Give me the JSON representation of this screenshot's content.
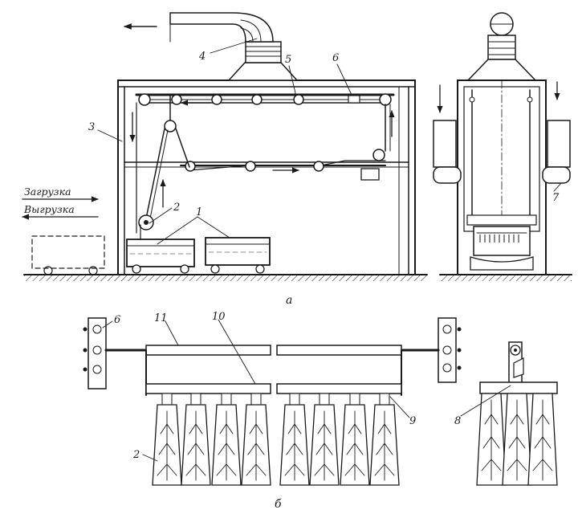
{
  "view_a": {
    "caption": "а",
    "callouts": {
      "n1": "1",
      "n2": "2",
      "n3": "3",
      "n4": "4",
      "n5": "5",
      "n6": "6",
      "n7": "7"
    },
    "operations": {
      "loading": "Загрузка",
      "unloading": "Выгрузка"
    }
  },
  "view_b": {
    "caption": "б",
    "callouts": {
      "n6": "6",
      "n11": "11",
      "n10": "10",
      "n9": "9",
      "n2": "2",
      "n8": "8"
    }
  },
  "colors": {
    "ink": "#1a1a1a",
    "paper": "#ffffff"
  }
}
